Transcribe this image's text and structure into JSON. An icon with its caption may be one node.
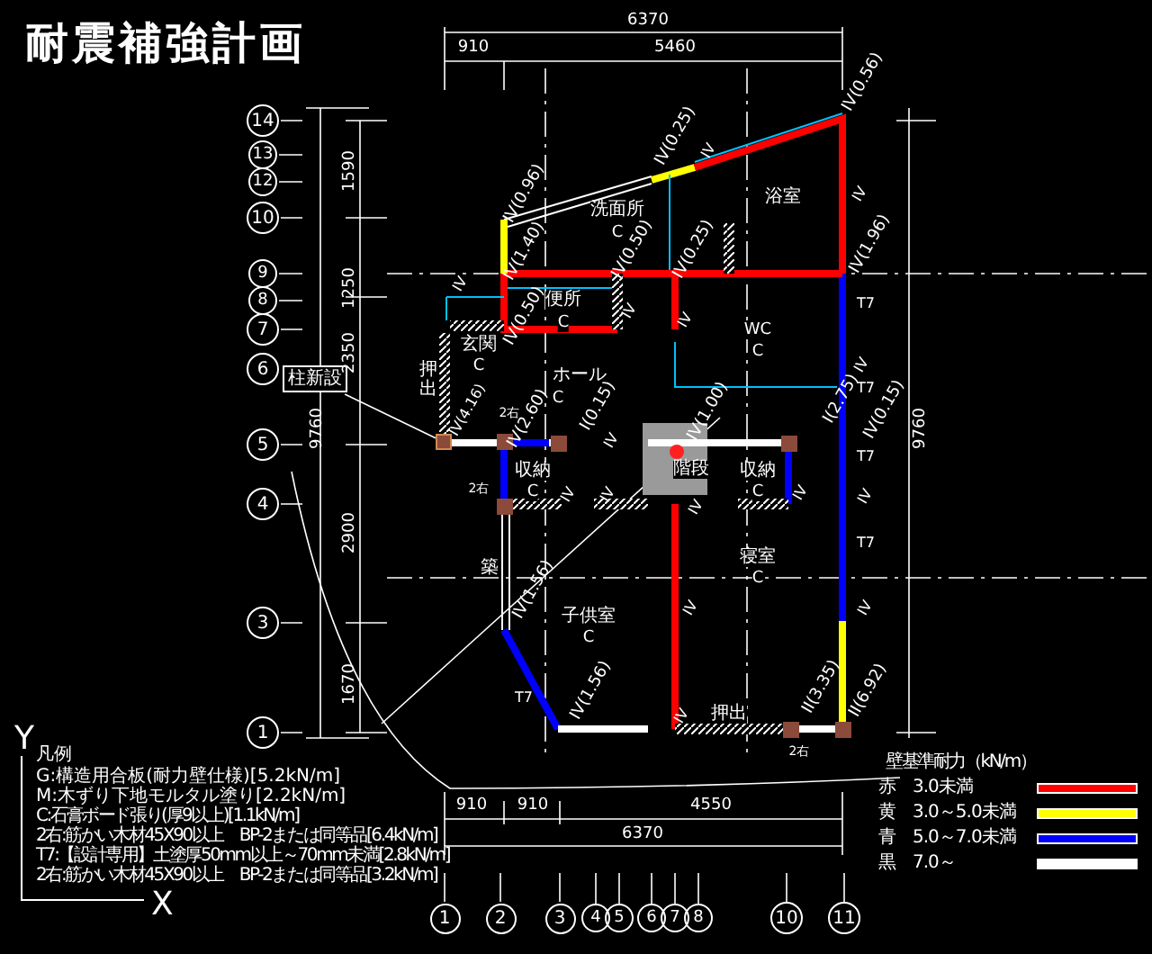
{
  "diagram": {
    "title": "耐震補強計画",
    "nodes": [
      {
        "text": [
          "14"
        ]
      },
      {
        "text": [
          "13"
        ]
      },
      {
        "text": [
          "12"
        ]
      },
      {
        "text": [
          "10"
        ]
      },
      {
        "text": [
          "9"
        ]
      },
      {
        "text": [
          "8"
        ]
      },
      {
        "text": [
          "7"
        ]
      },
      {
        "text": [
          "6"
        ]
      },
      {
        "text": [
          "5"
        ]
      },
      {
        "text": [
          "4"
        ]
      },
      {
        "text": [
          "3"
        ]
      },
      {
        "text": [
          "1"
        ]
      },
      {
        "text": [
          "1"
        ]
      },
      {
        "text": [
          "2"
        ]
      },
      {
        "text": [
          "3"
        ]
      },
      {
        "text": [
          "4"
        ]
      },
      {
        "text": [
          "5"
        ]
      },
      {
        "text": [
          "6"
        ]
      },
      {
        "text": [
          "7"
        ]
      },
      {
        "text": [
          "8"
        ]
      },
      {
        "text": [
          "10"
        ]
      },
      {
        "text": [
          "11"
        ]
      },
      {
        "text": [
          "柱新設"
        ]
      },
      {
        "text": [],
        "shape": "box"
      }
    ],
    "edges": [
      {
        "from": 22,
        "to": 23,
        "arrow": "none"
      }
    ],
    "labels": [
      "6370",
      "910",
      "5460",
      "1590",
      "1250",
      "2350",
      "9760",
      "2900",
      "1670",
      "9760",
      "910",
      "910",
      "4550",
      "6370",
      "浴室",
      "洗面所",
      "C",
      "便所",
      "C",
      "WC",
      "C",
      "玄関",
      "C",
      "押出",
      "ホール",
      "C",
      "収納",
      "C",
      "階段",
      "収納",
      "C",
      "寝室",
      "C",
      "子供室",
      "C",
      "押出",
      "IV(0.56)",
      "IV(0.25)",
      "IV",
      "IV(0.96)",
      "IV(1.40)",
      "IV(0.50)",
      "IV(0.25)",
      "IV",
      "IV(1.96)",
      "T7",
      "IV(0.50)",
      "IV",
      "IV",
      "IV",
      "IV",
      "T7",
      "IV(4.16)",
      "IV(2.60)",
      "I(0.15)",
      "IV",
      "IV(1.00)",
      "I(2.75)",
      "IV(0.15)",
      "T7",
      "2右",
      "2右",
      "IV",
      "IV",
      "IV",
      "IV",
      "IV",
      "T7",
      "IV",
      "IV",
      "築",
      "IV(1.56)",
      "T7",
      "IV(1.56)",
      "IV",
      "II(3.35)",
      "II(6.92)",
      "2右",
      "Y",
      "凡例",
      "G:構造用合板(耐力壁仕様)[5.2kN/m]",
      "M:木ずり下地モルタル塗り[2.2kN/m]",
      "C:石膏ボード張り(厚9以上)[1.1kN/m]",
      "2右:筋かい木材45X90以上　BP-2または同等品[6.4kN/m]",
      "T7:【設計専用】土塗厚50mm以上～70mm未満[2.8kN/m]",
      "2右:筋かい木材45X90以上　BP-2または同等品[3.2kN/m]",
      "X",
      "壁基準耐力（kN/m）"
    ],
    "legend": [
      {
        "text": "赤　3.0未満",
        "color": "#ff0000"
      },
      {
        "text": "黄　3.0～5.0未満",
        "color": "#ffff00"
      },
      {
        "text": "青　5.0～7.0未満",
        "color": "#0000ff"
      },
      {
        "text": "黒　7.0～",
        "color": "#ffffff"
      }
    ]
  }
}
